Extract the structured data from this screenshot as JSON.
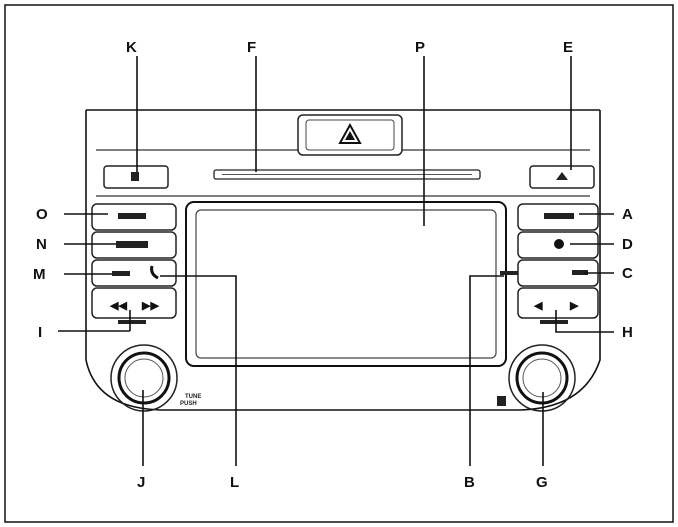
{
  "callouts": {
    "A": "A",
    "B": "B",
    "C": "C",
    "D": "D",
    "E": "E",
    "F": "F",
    "G": "G",
    "H": "H",
    "I": "I",
    "J": "J",
    "K": "K",
    "L": "L",
    "M": "M",
    "N": "N",
    "O": "O",
    "P": "P"
  },
  "button_marks": {
    "tune_text": "TUNE",
    "tune_sub": "PUSH"
  },
  "icons": [
    "hazard-icon",
    "eject-icon",
    "menu-icon",
    "phone-icon",
    "prev-track-icon",
    "next-track-icon",
    "knob-icon"
  ]
}
